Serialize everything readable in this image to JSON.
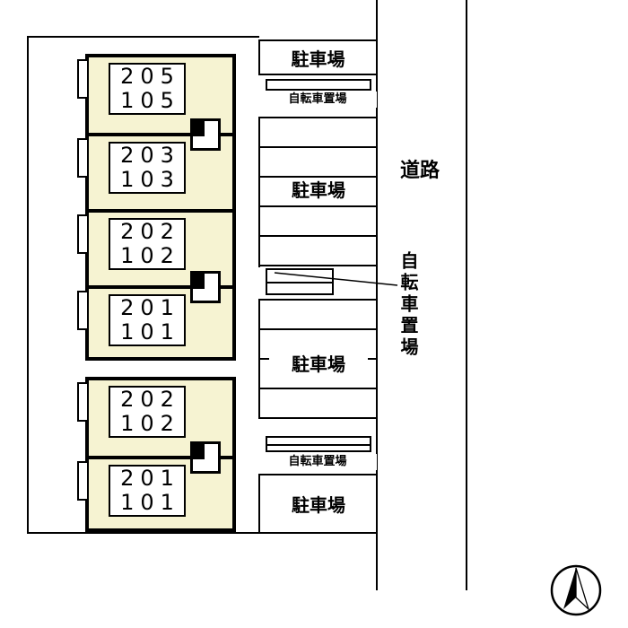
{
  "labels": {
    "parking": "駐車場",
    "bicycle": "自転車置場",
    "road": "道路"
  },
  "units": [
    {
      "upper": "205",
      "lower": "105"
    },
    {
      "upper": "203",
      "lower": "103"
    },
    {
      "upper": "202",
      "lower": "102"
    },
    {
      "upper": "201",
      "lower": "101"
    },
    {
      "upper": "202",
      "lower": "102"
    },
    {
      "upper": "201",
      "lower": "101"
    }
  ],
  "icons": {
    "compass": "north-arrow"
  },
  "colors": {
    "unit_fill": "#f6f3d2",
    "line": "#000000",
    "background": "#ffffff"
  }
}
